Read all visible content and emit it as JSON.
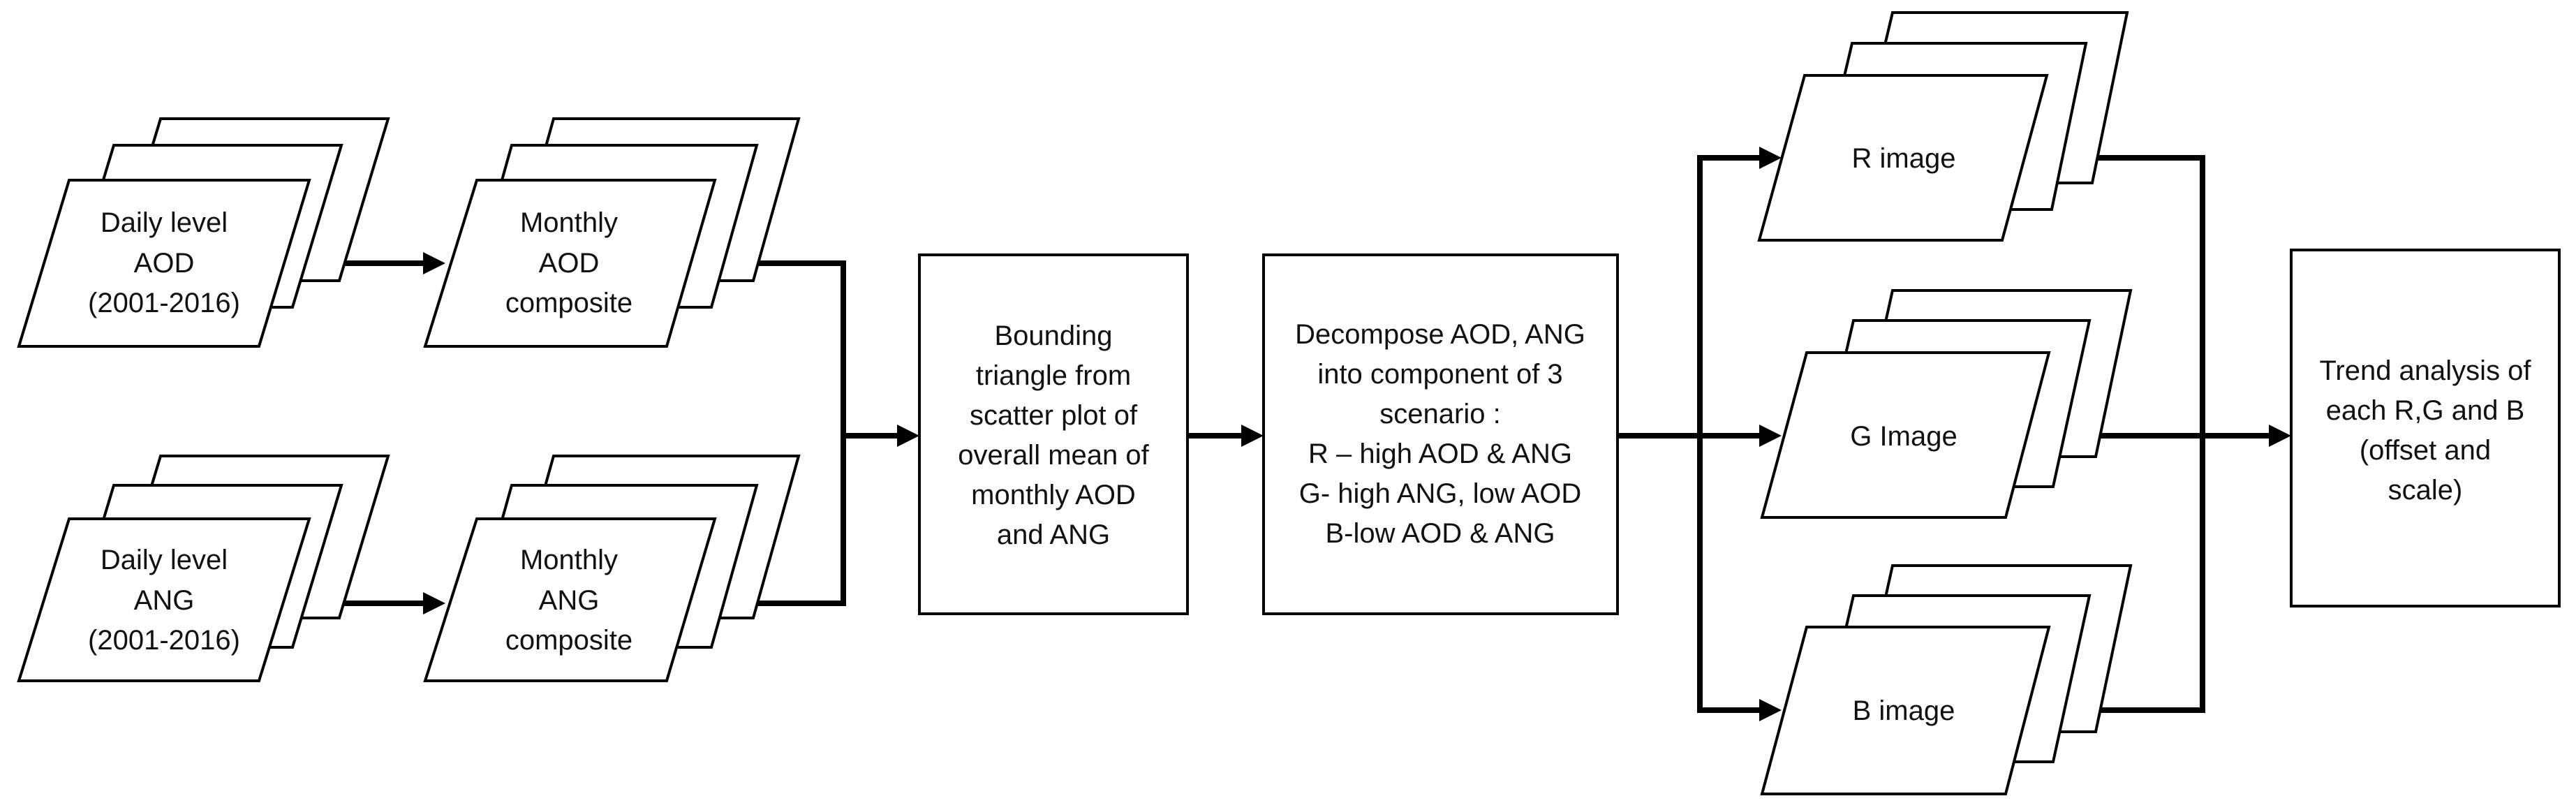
{
  "diagram": {
    "inputs": {
      "daily_aod": {
        "line1": "Daily level",
        "line2": "AOD",
        "line3": "(2001-2016)"
      },
      "daily_ang": {
        "line1": "Daily level",
        "line2": "ANG",
        "line3": "(2001-2016)"
      }
    },
    "composites": {
      "monthly_aod": {
        "line1": "Monthly",
        "line2": "AOD",
        "line3": "composite"
      },
      "monthly_ang": {
        "line1": "Monthly",
        "line2": "ANG",
        "line3": "composite"
      }
    },
    "bounding": {
      "lines": [
        "Bounding",
        "triangle from",
        "scatter plot of",
        "overall mean of",
        "monthly AOD",
        "and ANG"
      ]
    },
    "decompose": {
      "lines": [
        "Decompose AOD, ANG",
        "into component of 3",
        "scenario :",
        "R – high AOD & ANG",
        "G- high ANG, low AOD",
        "B-low AOD & ANG"
      ]
    },
    "images": {
      "r": "R image",
      "g": "G Image",
      "b": "B image"
    },
    "trend": {
      "lines": [
        "Trend analysis of",
        "each R,G and B",
        "(offset and",
        "scale)"
      ]
    }
  }
}
